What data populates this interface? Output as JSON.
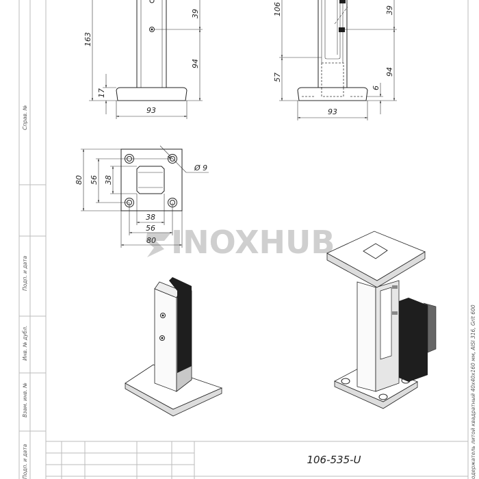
{
  "sheet": {
    "side_labels": [
      "Справ. №",
      "Подп. и дата",
      "Инв. № дубл.",
      "Взам. инв. №",
      "Подп. и дата"
    ],
    "title_block": {
      "code": "106-535-U"
    },
    "description": "одержатель литой квадратный 40х40х160 мм, AISI 316, Grit 600",
    "watermark": "INOXHUB"
  },
  "front_view": {
    "height": "163",
    "base_thickness": "17",
    "hole_spacing": "39",
    "hole_height": "94",
    "base_width": "93"
  },
  "side_view": {
    "slot_depth": "106",
    "post_height": "57",
    "hole_spacing": "39",
    "hole_height": "94",
    "recess": "6",
    "base_width": "93"
  },
  "plan_view": {
    "outer_v": "80",
    "holes_v": "56",
    "post_v": "38",
    "post_h": "38",
    "holes_h": "56",
    "outer_h": "80",
    "hole_diameter": "Ø 9"
  },
  "colors": {
    "line": "#222222",
    "frame": "#bbbbbb",
    "pad": "#1e1e1e",
    "watermark": "#cfcfcf"
  }
}
